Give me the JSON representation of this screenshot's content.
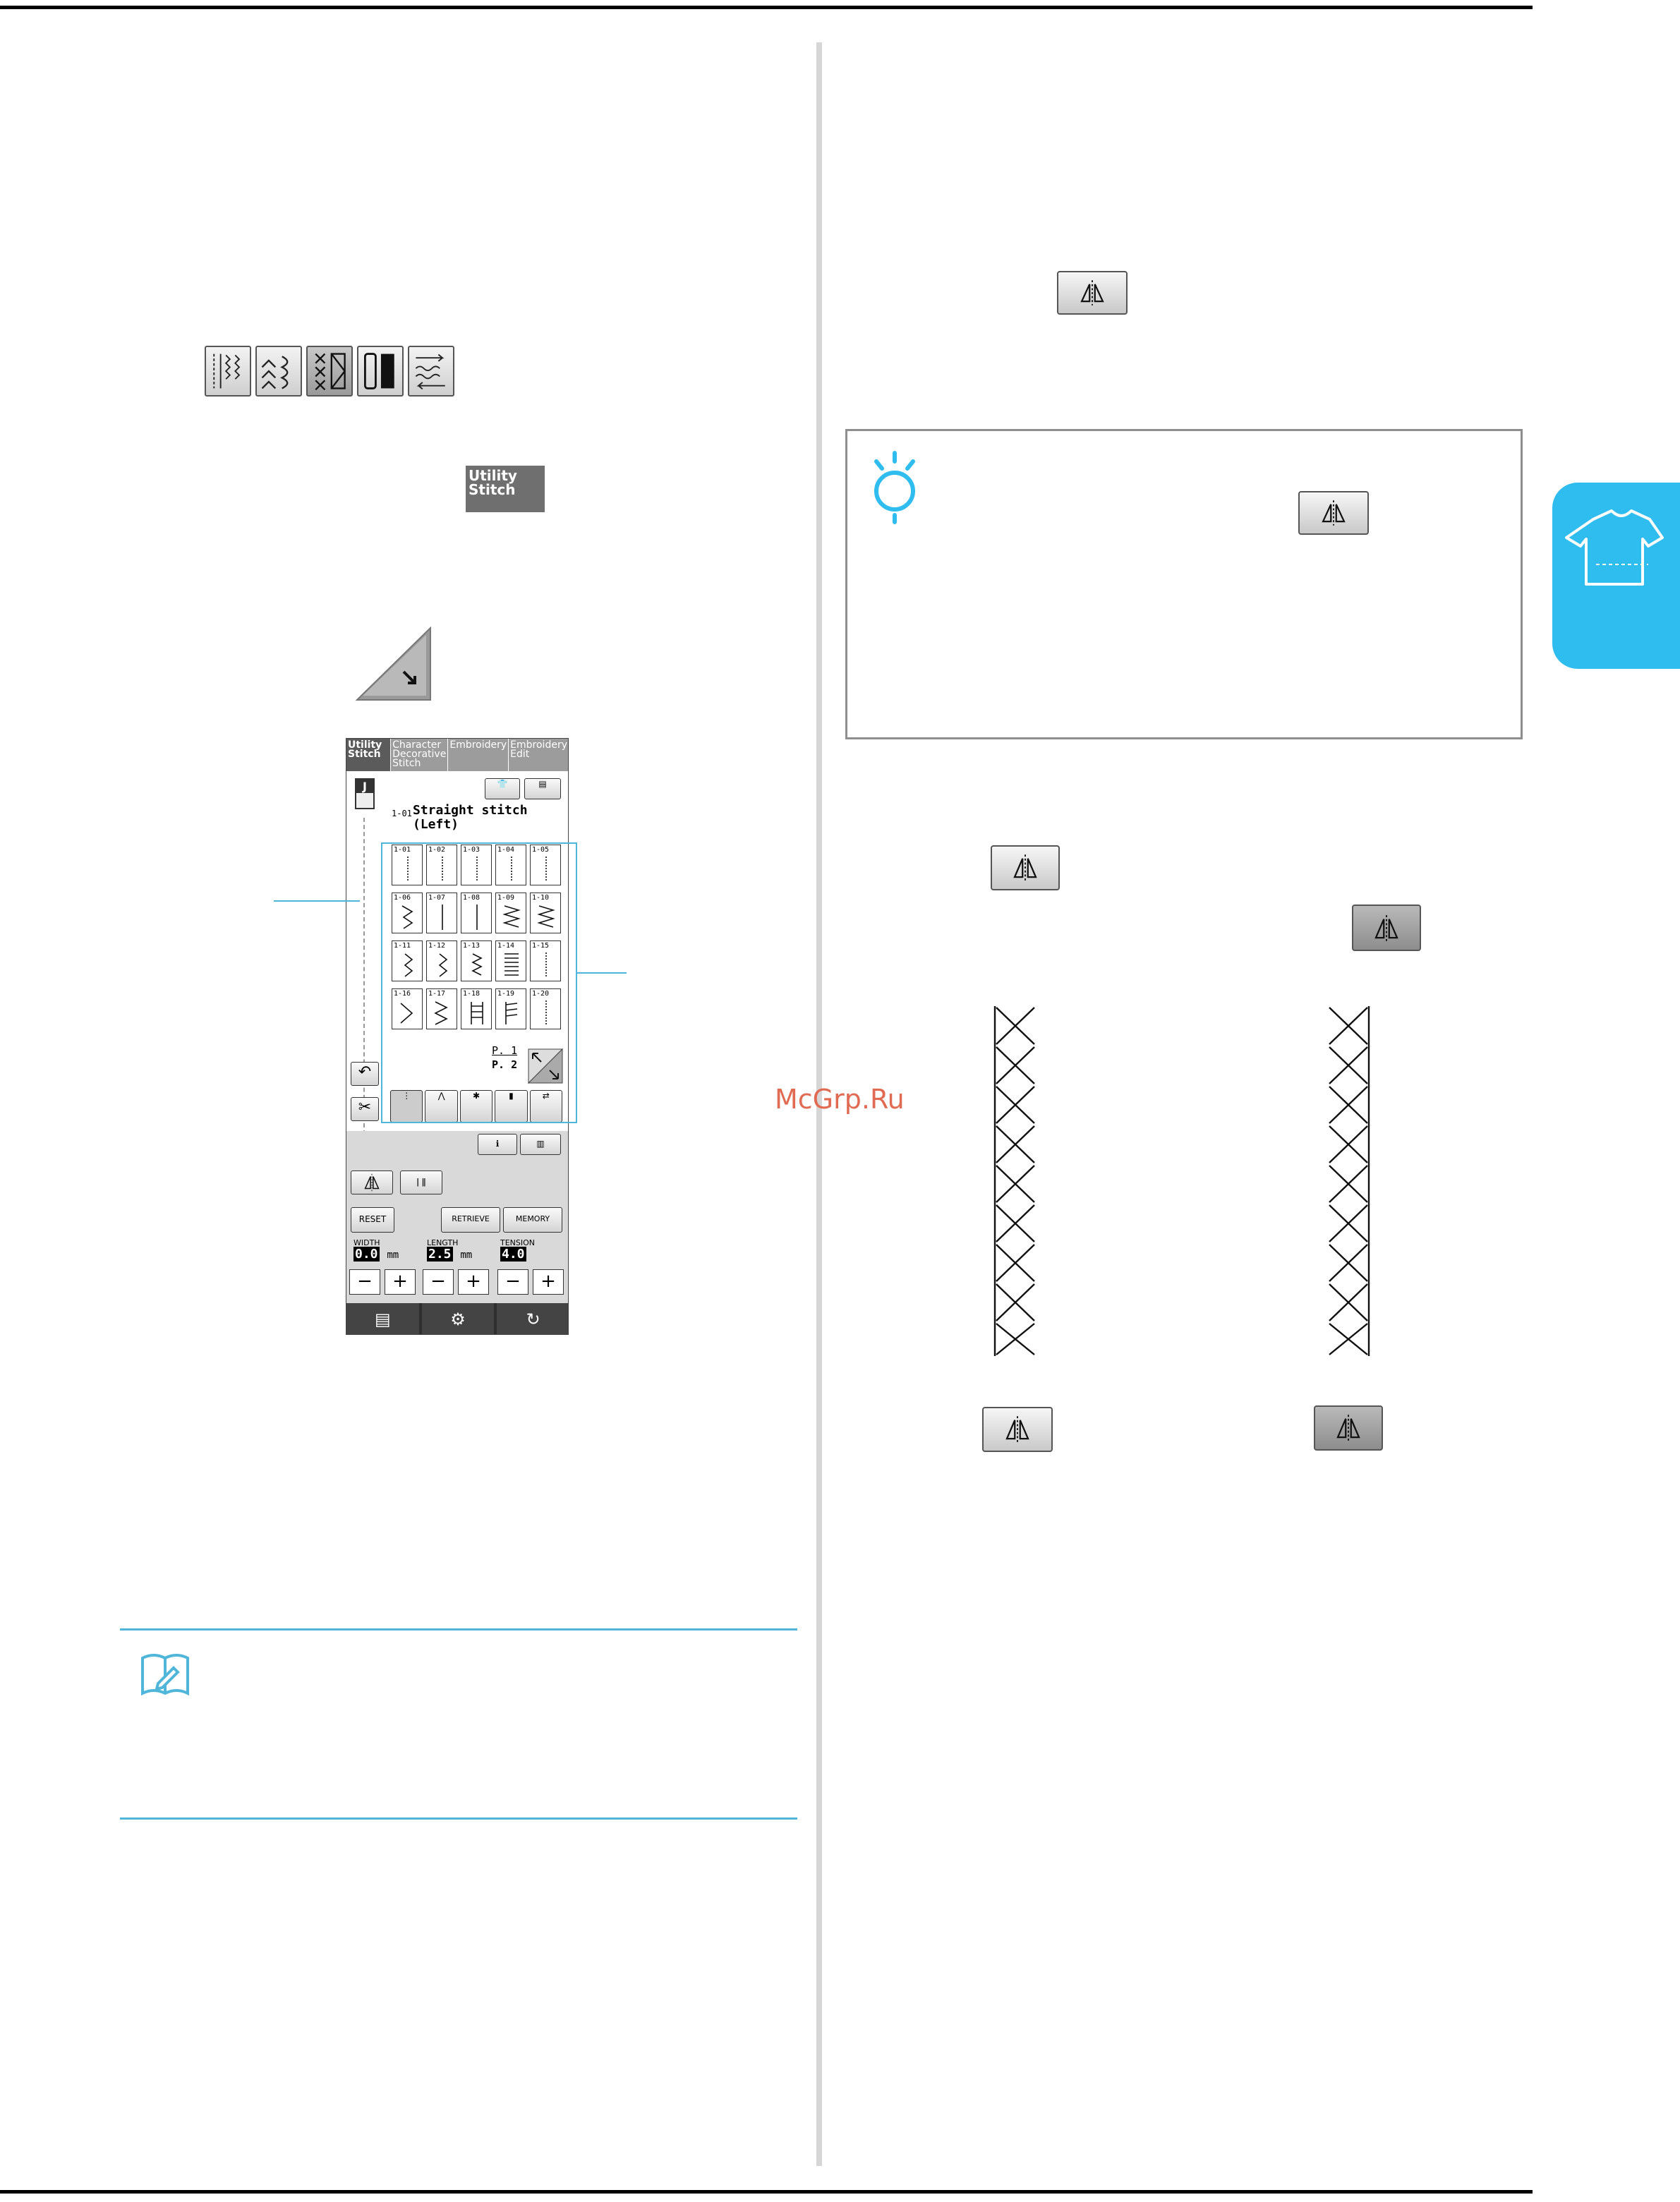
{
  "screen": {
    "tabs": [
      "Utility\nStitch",
      "Character\nDecorative\nStitch",
      "Embroidery",
      "Embroidery\nEdit"
    ],
    "foot_label": "J",
    "stitch_title": "Straight stitch\n(Left)",
    "stitch_code": "1-01",
    "cells": [
      "1-01",
      "1-02",
      "1-03",
      "1-04",
      "1-05",
      "1-06",
      "1-07",
      "1-08",
      "1-09",
      "1-10",
      "1-11",
      "1-12",
      "1-13",
      "1-14",
      "1-15",
      "1-16",
      "1-17",
      "1-18",
      "1-19",
      "1-20"
    ],
    "page_current": "P. 1",
    "page_total": "P. 2",
    "reset_label": "RESET",
    "retrieve_label": "RETRIEVE",
    "memory_label": "MEMORY",
    "width_caption": "WIDTH",
    "length_caption": "LENGTH",
    "tension_caption": "TENSION",
    "width_value": "0.0",
    "length_value": "2.5",
    "tension_value": "4.0",
    "unit": "mm",
    "minus": "−",
    "plus": "+"
  },
  "utility_stitch_key": "Utility\nStitch",
  "watermark": "McGrp.Ru",
  "colors": {
    "accent": "#2fbcef",
    "callout": "#4fb6d9",
    "button_active": "#8d8d8d"
  },
  "icons": [
    "mirror-image-icon",
    "next-page-icon",
    "note-tip-icon",
    "memo-book-icon",
    "shirt-icon"
  ]
}
